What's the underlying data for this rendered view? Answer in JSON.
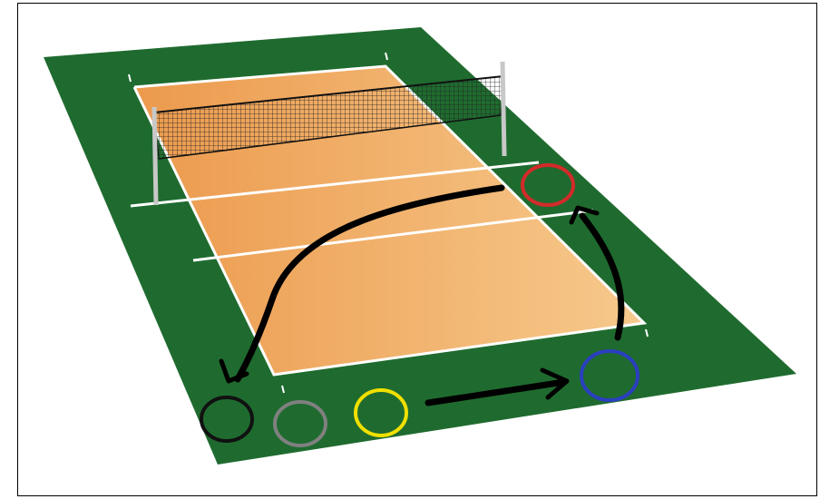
{
  "colors": {
    "surround": "#1f6b2f",
    "court_light": "#f6c98c",
    "court_dark": "#ec9a4d",
    "lines": "#ffffff",
    "net": "#222222",
    "posts": "#c8c8c8",
    "path": "#000000"
  },
  "markers": [
    {
      "id": "red",
      "color": "#d42a2a"
    },
    {
      "id": "blue",
      "color": "#2a3fbf"
    },
    {
      "id": "yellow",
      "color": "#f0e000"
    },
    {
      "id": "gray",
      "color": "#808080"
    },
    {
      "id": "black",
      "color": "#111111"
    }
  ],
  "rotation_paths": [
    {
      "from": "yellow",
      "to": "blue"
    },
    {
      "from": "blue",
      "to": "red"
    },
    {
      "from": "red",
      "to": "black"
    }
  ]
}
